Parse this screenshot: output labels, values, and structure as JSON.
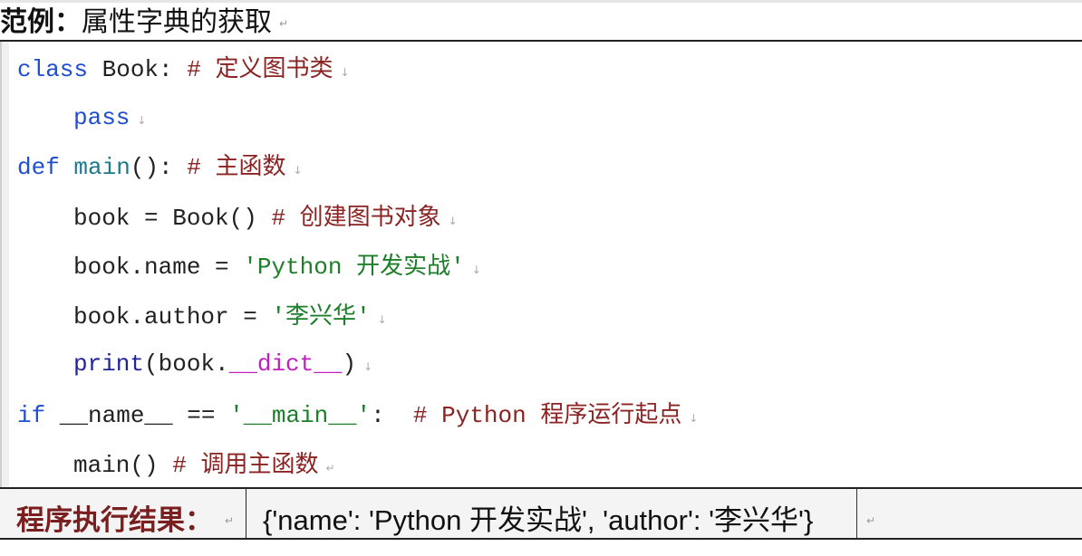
{
  "heading": {
    "prefix": "范例：",
    "title": "属性字典的获取",
    "mark": "↵"
  },
  "code": {
    "lines": [
      {
        "indent": 0,
        "tokens": [
          {
            "t": "class",
            "c": "kw"
          },
          {
            "t": " Book: ",
            "c": ""
          },
          {
            "t": "# ",
            "c": "cm"
          },
          {
            "t": "定义图书类",
            "c": "cm cjk"
          }
        ]
      },
      {
        "indent": 1,
        "tokens": [
          {
            "t": "pass",
            "c": "kw"
          }
        ]
      },
      {
        "indent": 0,
        "tokens": [
          {
            "t": "def",
            "c": "kw"
          },
          {
            "t": " ",
            "c": ""
          },
          {
            "t": "main",
            "c": "fn"
          },
          {
            "t": "(): ",
            "c": ""
          },
          {
            "t": "# ",
            "c": "cm"
          },
          {
            "t": "主函数",
            "c": "cm cjk"
          }
        ]
      },
      {
        "indent": 1,
        "tokens": [
          {
            "t": "book = Book() ",
            "c": ""
          },
          {
            "t": "# ",
            "c": "cm"
          },
          {
            "t": "创建图书对象",
            "c": "cm cjk"
          }
        ]
      },
      {
        "indent": 1,
        "tokens": [
          {
            "t": "book.name = ",
            "c": ""
          },
          {
            "t": "'Python ",
            "c": "st"
          },
          {
            "t": "开发实战",
            "c": "st cjk"
          },
          {
            "t": "'",
            "c": "st"
          }
        ]
      },
      {
        "indent": 1,
        "tokens": [
          {
            "t": "book.author = ",
            "c": ""
          },
          {
            "t": "'",
            "c": "st"
          },
          {
            "t": "李兴华",
            "c": "st cjk"
          },
          {
            "t": "'",
            "c": "st"
          }
        ]
      },
      {
        "indent": 1,
        "tokens": [
          {
            "t": "print",
            "c": "bi"
          },
          {
            "t": "(book.",
            "c": ""
          },
          {
            "t": "__dict__",
            "c": "dn"
          },
          {
            "t": ")",
            "c": ""
          }
        ]
      },
      {
        "indent": 0,
        "tokens": [
          {
            "t": "if",
            "c": "kw"
          },
          {
            "t": " __name__ == ",
            "c": ""
          },
          {
            "t": "'__main__'",
            "c": "st"
          },
          {
            "t": ":  ",
            "c": ""
          },
          {
            "t": "# Python ",
            "c": "cm"
          },
          {
            "t": "程序运行起点",
            "c": "cm cjk"
          }
        ]
      },
      {
        "indent": 1,
        "tokens": [
          {
            "t": "main() ",
            "c": ""
          },
          {
            "t": "# ",
            "c": "cm"
          },
          {
            "t": "调用主函数",
            "c": "cm cjk"
          }
        ]
      }
    ],
    "line_marks": [
      "↓",
      "↓",
      "↓",
      "↓",
      "↓",
      "↓",
      "↓",
      "↓",
      "↵"
    ]
  },
  "result": {
    "label": "程序执行结果：",
    "value_prefix": "{'name': 'Python ",
    "value_cjk1": "开发实战",
    "value_mid": "', 'author': '",
    "value_cjk2": "李兴华",
    "value_suffix": "'}",
    "mark": "↵"
  },
  "colors": {
    "keyword": "#1f4fcf",
    "function": "#1d7a8c",
    "builtin": "#23239a",
    "comment": "#8b2323",
    "string": "#1d7f2a",
    "dunder": "#c020c0",
    "label": "#7a1f1f"
  }
}
